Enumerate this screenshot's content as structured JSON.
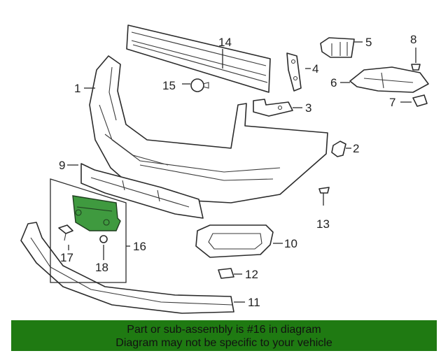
{
  "callouts": {
    "c1": "1",
    "c2": "2",
    "c3": "3",
    "c4": "4",
    "c5": "5",
    "c6": "6",
    "c7": "7",
    "c8": "8",
    "c9": "9",
    "c10": "10",
    "c11": "11",
    "c12": "12",
    "c13": "13",
    "c14": "14",
    "c15": "15",
    "c16": "16",
    "c17": "17",
    "c18": "18"
  },
  "banner": {
    "line1": "Part or sub-assembly is #16 in diagram",
    "line2": "Diagram may not be specific to your vehicle"
  },
  "colors": {
    "highlight": "#3f9a3f",
    "banner": "#1f7a12"
  }
}
